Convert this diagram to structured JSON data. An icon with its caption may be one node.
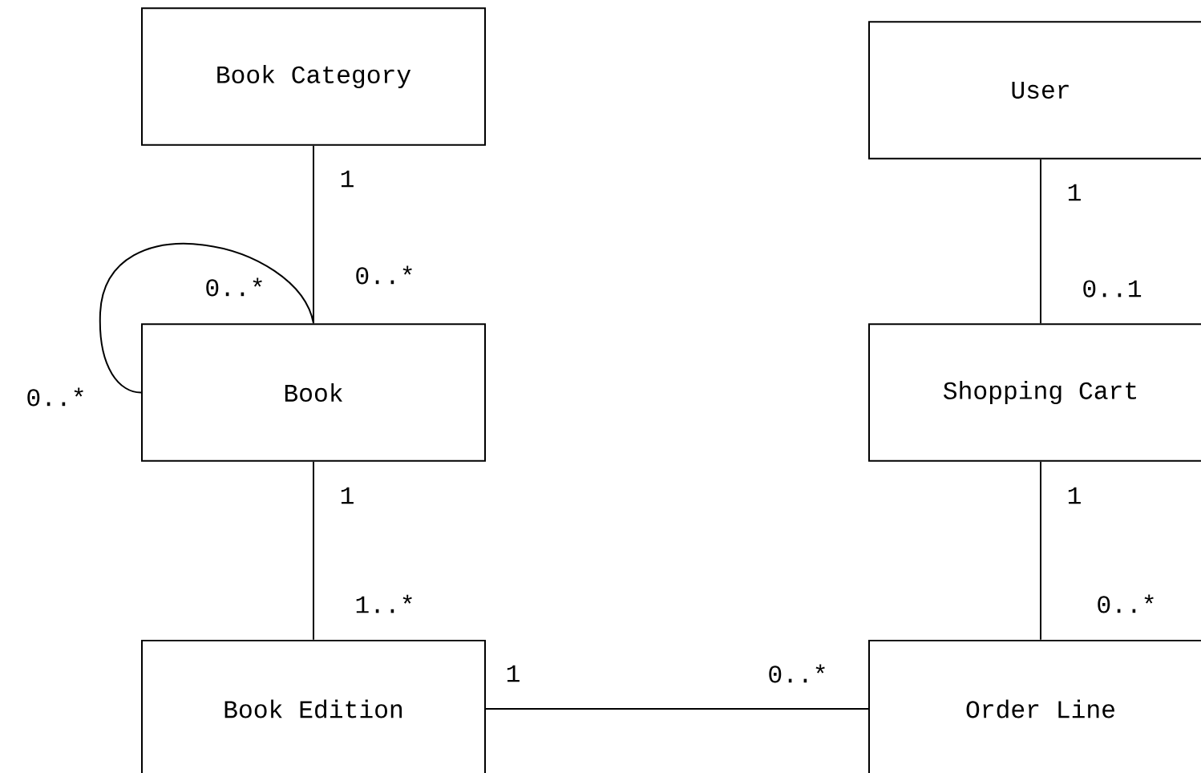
{
  "diagram": {
    "nodes": [
      {
        "text": [
          "Book Category"
        ]
      },
      {
        "text": [
          "User"
        ]
      },
      {
        "text": [
          "Book"
        ]
      },
      {
        "text": [
          "Shopping Cart"
        ]
      },
      {
        "text": [
          "Book Edition"
        ]
      },
      {
        "text": [
          "Order Line"
        ]
      }
    ],
    "edges": [
      {
        "from": 0,
        "to": 2,
        "arrow": "none"
      },
      {
        "from": 2,
        "to": 2,
        "arrow": "none"
      },
      {
        "from": 2,
        "to": 4,
        "arrow": "none"
      },
      {
        "from": 1,
        "to": 3,
        "arrow": "none"
      },
      {
        "from": 3,
        "to": 5,
        "arrow": "none"
      },
      {
        "from": 4,
        "to": 5,
        "arrow": "none"
      }
    ],
    "labels": [
      "1",
      "1",
      "0..*",
      "0..*",
      "0..1",
      "0..*",
      "1",
      "1",
      "1..*",
      "0..*",
      "1",
      "0..*"
    ]
  }
}
